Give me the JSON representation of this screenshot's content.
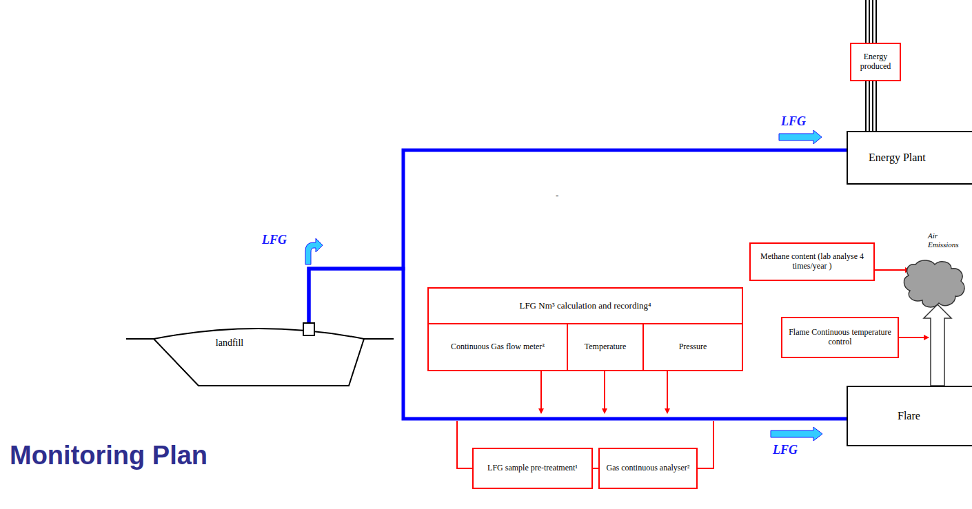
{
  "diagram": {
    "title": "Monitoring Plan",
    "nodes": [
      {
        "text": [
          "Energy produced"
        ]
      },
      {
        "text": [
          "Energy Plant"
        ]
      },
      {
        "text": [
          "Air Emissions"
        ]
      },
      {
        "text": [
          "Methane content (lab analyse 4 times/year )"
        ]
      },
      {
        "text": [
          "LFG Nm³ calculation and recording⁴"
        ]
      },
      {
        "text": [
          "Continuous Gas flow meter³"
        ],
        "in": 4
      },
      {
        "text": [
          "Temperature"
        ],
        "in": 4
      },
      {
        "text": [
          "Pressure"
        ],
        "in": 4
      },
      {
        "text": [
          "Flame Continuous temperature control"
        ]
      },
      {
        "text": [
          "landfill"
        ]
      },
      {
        "text": [
          "Flare"
        ]
      },
      {
        "text": [
          "LFG sample pre-treatment¹"
        ]
      },
      {
        "text": [
          "Gas continuous analyser²"
        ]
      }
    ],
    "edges": [
      {
        "from": 9,
        "to": 1,
        "arrow": "none",
        "label": "LFG"
      },
      {
        "from": 9,
        "to": 10,
        "arrow": "none",
        "label": "LFG"
      },
      {
        "from": 3,
        "to": 2,
        "arrow": "to"
      },
      {
        "from": 10,
        "to": 2,
        "arrow": "to"
      },
      {
        "from": 11,
        "to": 12,
        "arrow": "none"
      }
    ],
    "labels": [
      "-",
      "LFG"
    ]
  }
}
